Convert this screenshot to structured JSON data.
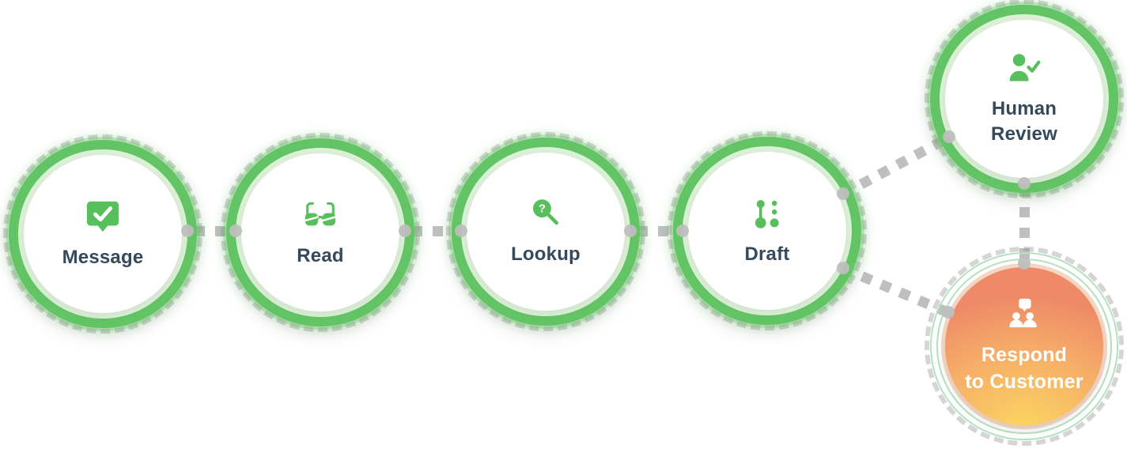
{
  "diagram": {
    "nodes": [
      {
        "id": "message",
        "label": "Message",
        "icon": "message-check-icon",
        "style": "green-step"
      },
      {
        "id": "read",
        "label": "Read",
        "icon": "glasses-icon",
        "style": "green-step"
      },
      {
        "id": "lookup",
        "label": "Lookup",
        "icon": "search-question-icon",
        "style": "green-step"
      },
      {
        "id": "draft",
        "label": "Draft",
        "icon": "versions-icon",
        "style": "green-step"
      },
      {
        "id": "human-review",
        "label": "Human\nReview",
        "icon": "person-check-icon",
        "style": "green-step"
      },
      {
        "id": "respond",
        "label": "Respond\nto Customer",
        "icon": "people-chat-icon",
        "style": "orange-highlight"
      }
    ],
    "connections": [
      {
        "from": "message",
        "to": "read"
      },
      {
        "from": "read",
        "to": "lookup"
      },
      {
        "from": "lookup",
        "to": "draft"
      },
      {
        "from": "draft",
        "to": "human-review"
      },
      {
        "from": "draft",
        "to": "respond"
      },
      {
        "from": "human-review",
        "to": "respond"
      }
    ],
    "colors": {
      "ring_green": "#63c465",
      "ring_pale_green": "#dcf0d8",
      "icon_green": "#58bf5d",
      "label_slate": "#35495c",
      "connector_gray": "#9e9e9e",
      "highlight_gradient_top": "#ee8a67",
      "highlight_gradient_bottom": "#fbd95f",
      "highlight_ring_mint": "#b3e2bf",
      "highlight_ring_peach": "#f7d9c6",
      "highlight_text": "#ffffff"
    }
  }
}
